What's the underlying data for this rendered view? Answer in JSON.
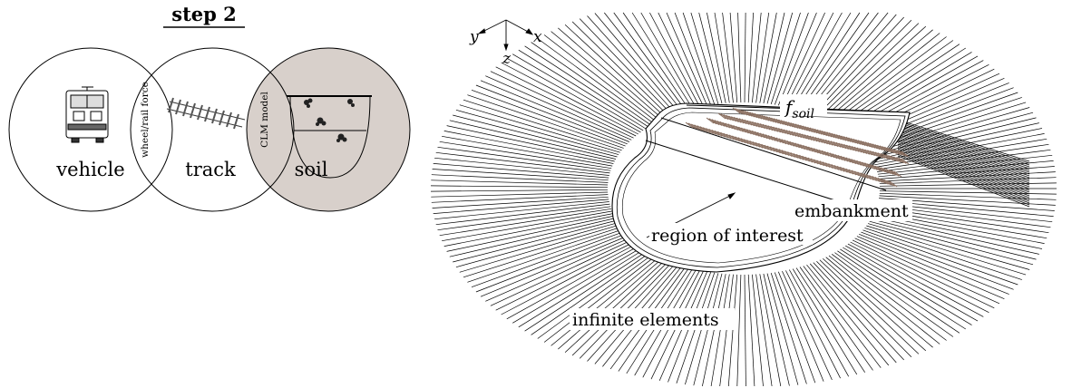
{
  "step": {
    "title": "step 2"
  },
  "circles": {
    "vehicle": "vehicle",
    "track": "track",
    "soil": "soil"
  },
  "coupling": {
    "vehicle_track": "wheel/rail force",
    "track_soil": "CLM model"
  },
  "axes": {
    "y": "y",
    "z": "z",
    "x": "x"
  },
  "model": {
    "force_label_main": "f",
    "force_label_sub": "soil",
    "embankment": "embankment",
    "region": "region of interest",
    "infinite": "infinite elements"
  },
  "colors": {
    "soil_fill": "#d8d0cb",
    "line": "#000000",
    "rail": "#8a6f60"
  }
}
